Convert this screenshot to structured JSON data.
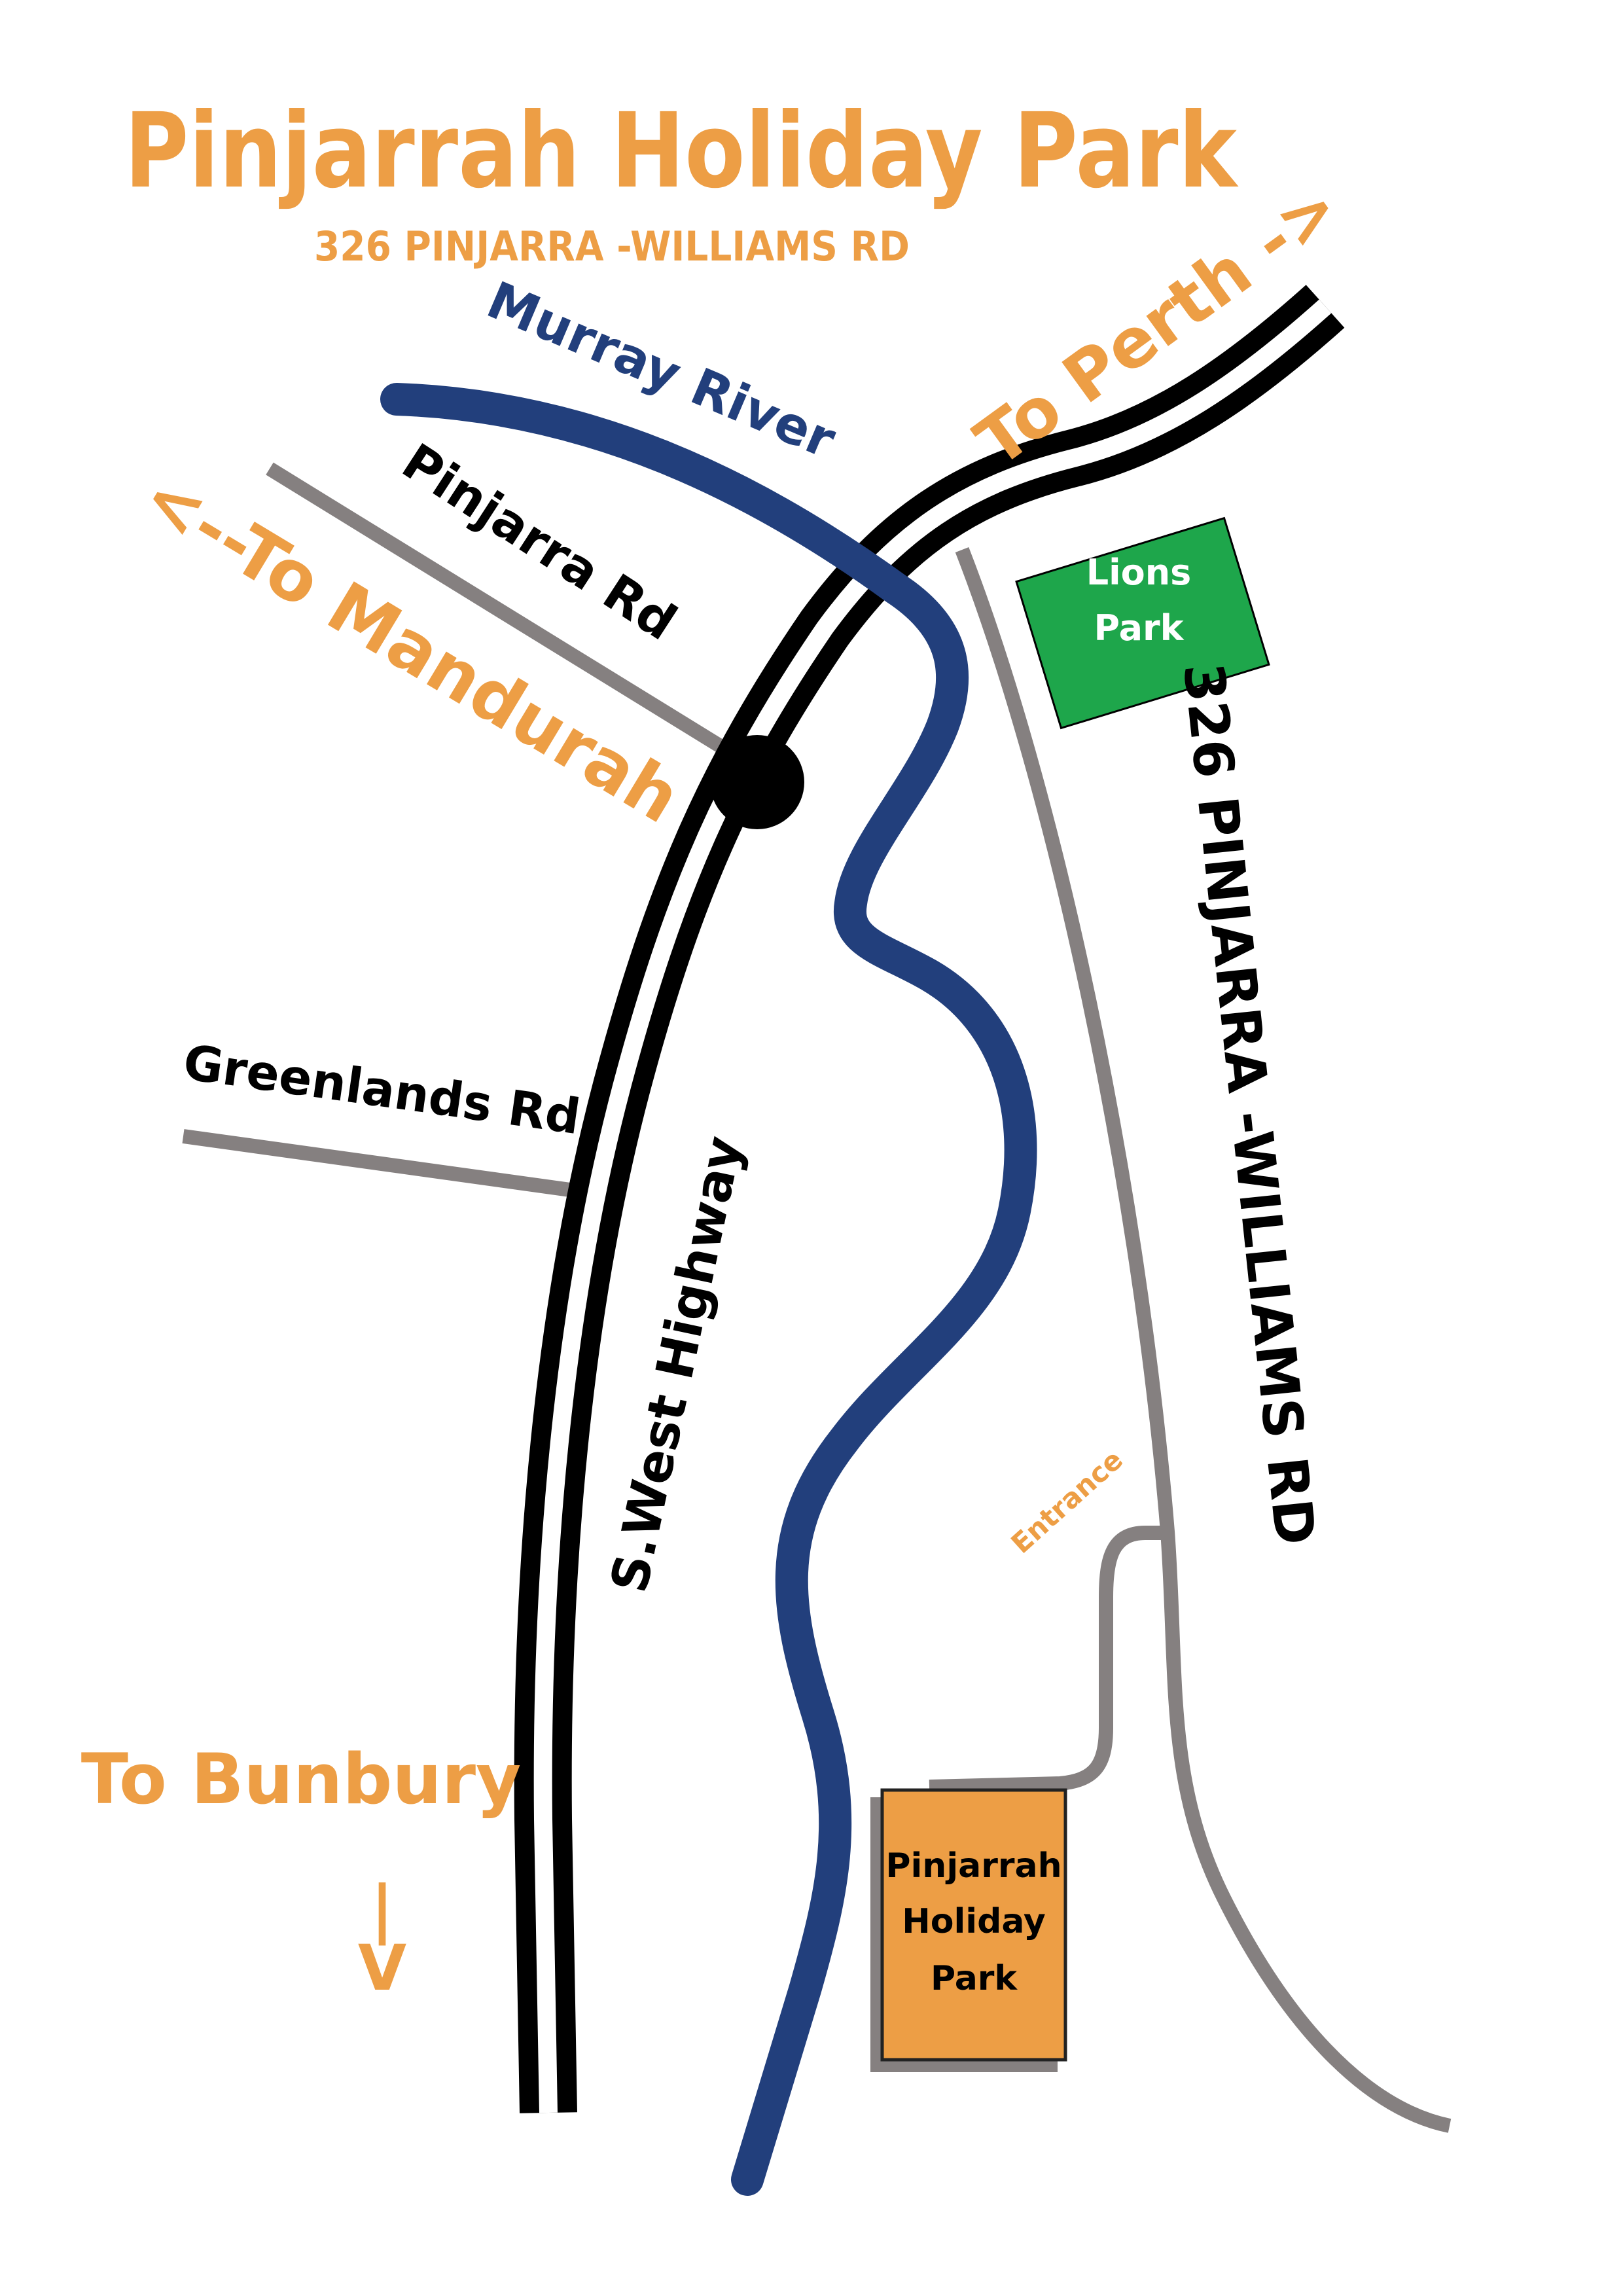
{
  "header": {
    "title": "Pinjarrah Holiday Park",
    "address": "326 PINJARRA -WILLIAMS RD"
  },
  "labels": {
    "river": "Murray River",
    "pinjarra_rd": "Pinjarra Rd",
    "to_mandurah": "<--To Mandurah",
    "to_perth": "To Perth ->",
    "lions_park_line1": "Lions",
    "lions_park_line2": "Park",
    "williams_rd": "326 PINJARRA -WILLIAMS RD",
    "greenlands_rd": "Greenlands Rd",
    "highway": "S.West Highway",
    "entrance": "Entrance",
    "to_bunbury": "To Bunbury",
    "bunbury_arrow_shaft": "|",
    "bunbury_arrow_head": "V",
    "park_line1": "Pinjarrah",
    "park_line2": "Holiday",
    "park_line3": "Park"
  },
  "colors": {
    "orange": "#ED9E45",
    "river_blue": "#223F7C",
    "road_grey": "#858080",
    "park_green": "#1EA64B",
    "black": "#000000"
  }
}
